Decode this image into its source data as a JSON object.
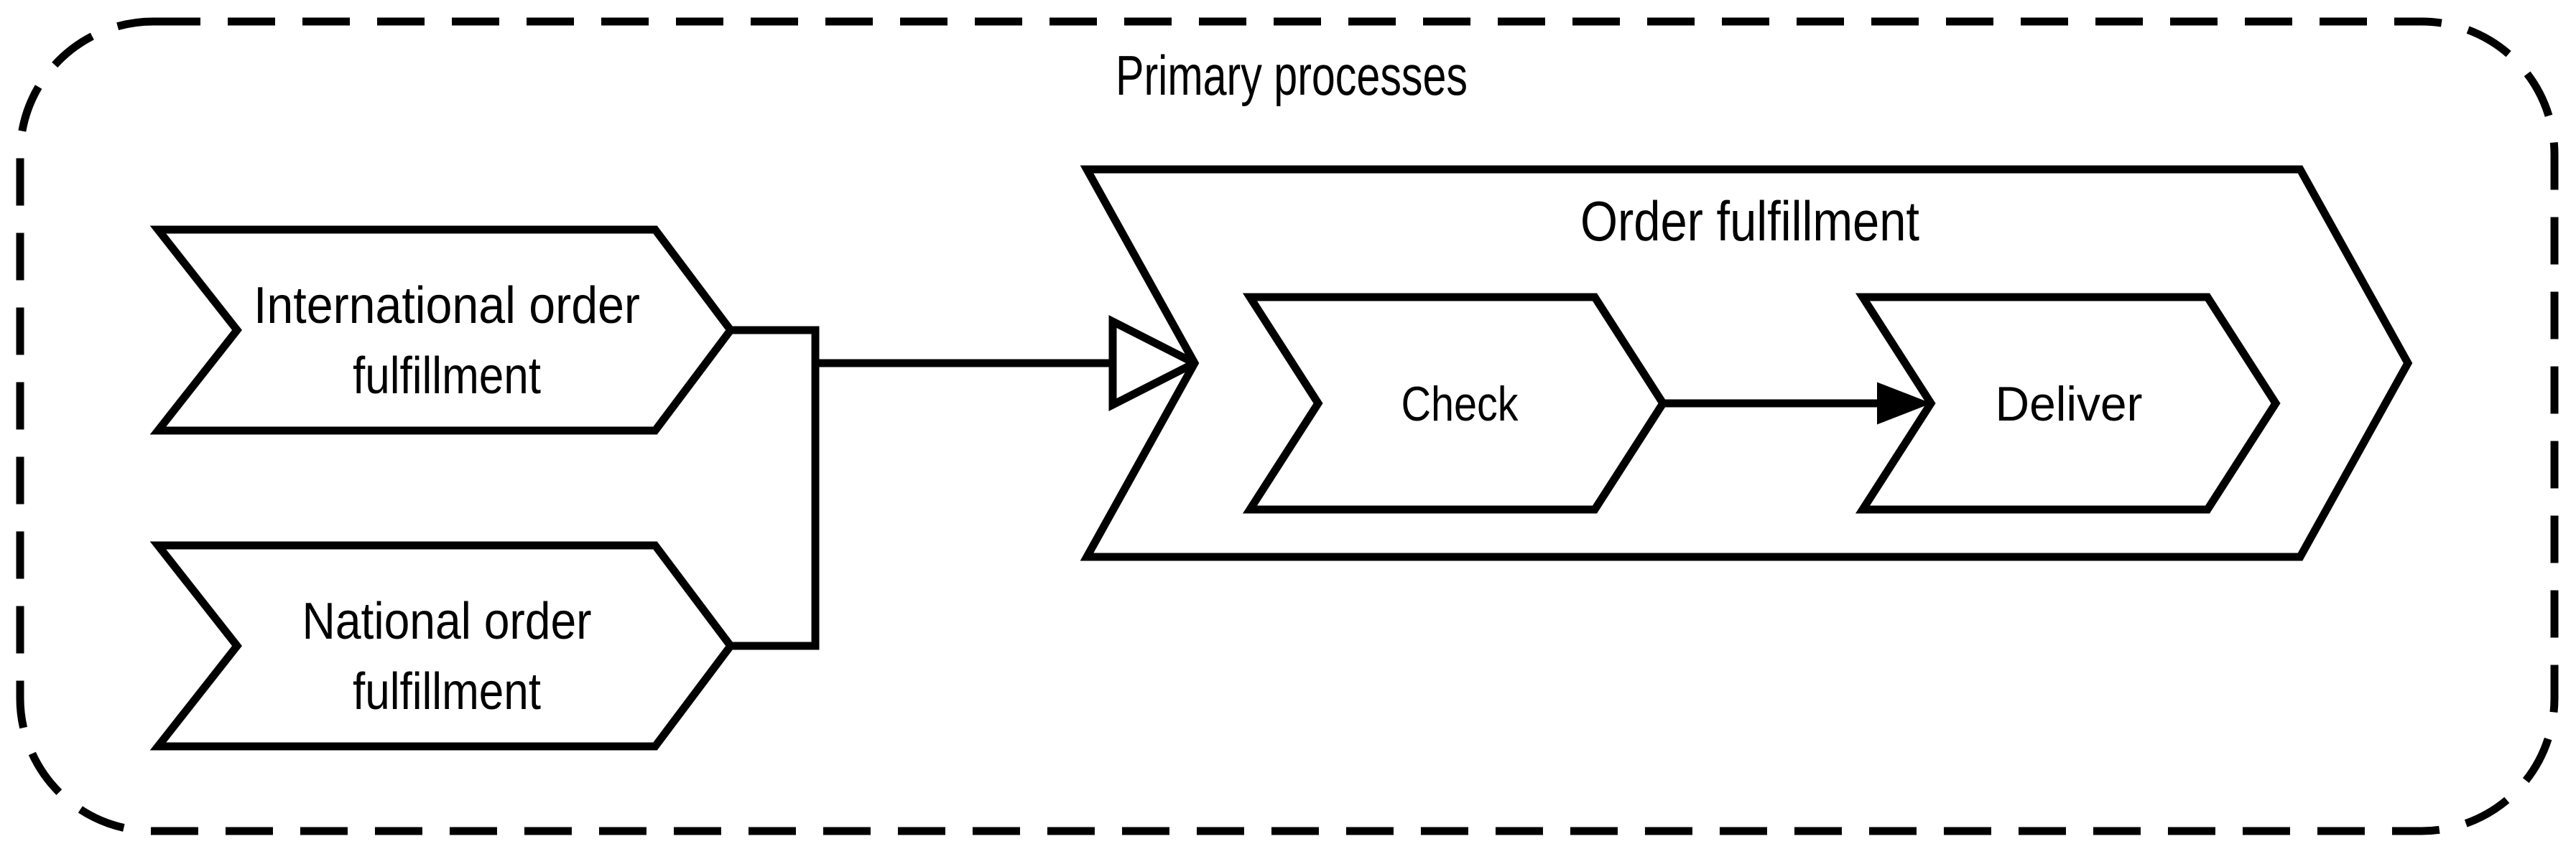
{
  "page": {
    "background_color": "#ffffff",
    "ink_color": "#000000"
  },
  "diagram": {
    "title": "Primary processes",
    "nodes": {
      "international": {
        "type": "process-chevron",
        "label_line1": "International order",
        "label_line2": "fulfillment"
      },
      "national": {
        "type": "process-chevron",
        "label_line1": "National order",
        "label_line2": "fulfillment"
      },
      "order_fulfillment": {
        "type": "process-group-chevron",
        "label": "Order fulfillment"
      },
      "check": {
        "type": "process-chevron",
        "label": "Check"
      },
      "deliver": {
        "type": "process-chevron",
        "label": "Deliver"
      }
    },
    "edges": [
      {
        "from": "International order fulfillment",
        "to": "Order fulfillment",
        "arrowhead": "open-triangle"
      },
      {
        "from": "National order fulfillment",
        "to": "Order fulfillment",
        "arrowhead": "open-triangle"
      },
      {
        "from": "Check",
        "to": "Deliver",
        "arrowhead": "filled-triangle"
      }
    ]
  }
}
